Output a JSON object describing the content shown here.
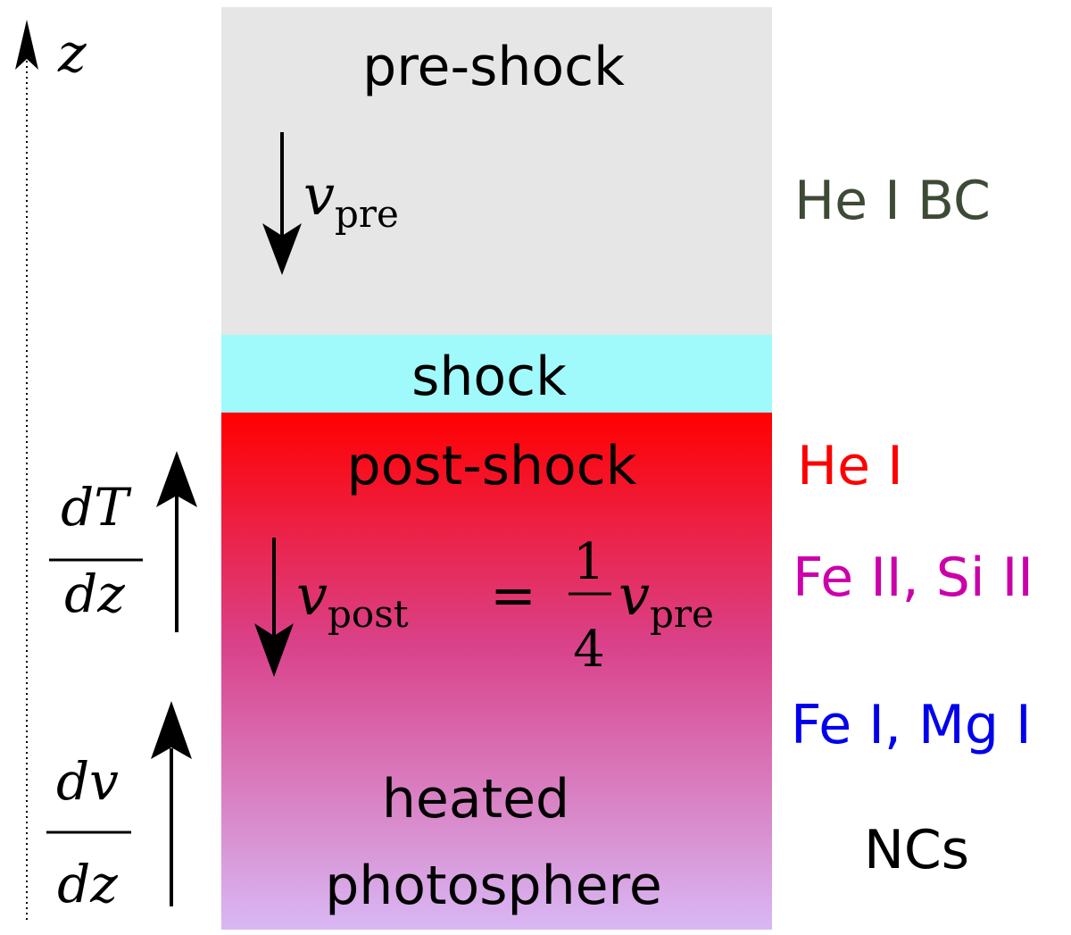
{
  "axis": {
    "label": "z"
  },
  "regions": {
    "pre_shock": {
      "label": "pre-shock",
      "color": "#e6e6e6"
    },
    "shock": {
      "label": "shock",
      "color": "#a0fafc"
    },
    "post_shock": {
      "label": "post-shock",
      "color_top": "#ff0000",
      "color_mid": "#d9428a",
      "color_bottom": "#d9b8f5"
    },
    "heated_photosphere": {
      "line1": "heated",
      "line2": "photosphere"
    }
  },
  "velocities": {
    "pre": {
      "var": "v",
      "sub": "pre"
    },
    "post": {
      "var": "v",
      "sub": "post",
      "eq": "=",
      "num": "1",
      "den": "4",
      "var2": "v",
      "sub2": "pre"
    }
  },
  "gradients": {
    "temperature": {
      "num": "dT",
      "den": "dz"
    },
    "velocity": {
      "num": "dv",
      "den": "dz"
    }
  },
  "lines": [
    {
      "label": "He I BC",
      "color": "#3d4a36"
    },
    {
      "label": "He I",
      "color": "#ff0000"
    },
    {
      "label": "Fe II, Si II",
      "color": "#cc00aa"
    },
    {
      "label": "Fe I, Mg I",
      "color": "#0000ee"
    },
    {
      "label": "NCs",
      "color": "#000000"
    }
  ]
}
